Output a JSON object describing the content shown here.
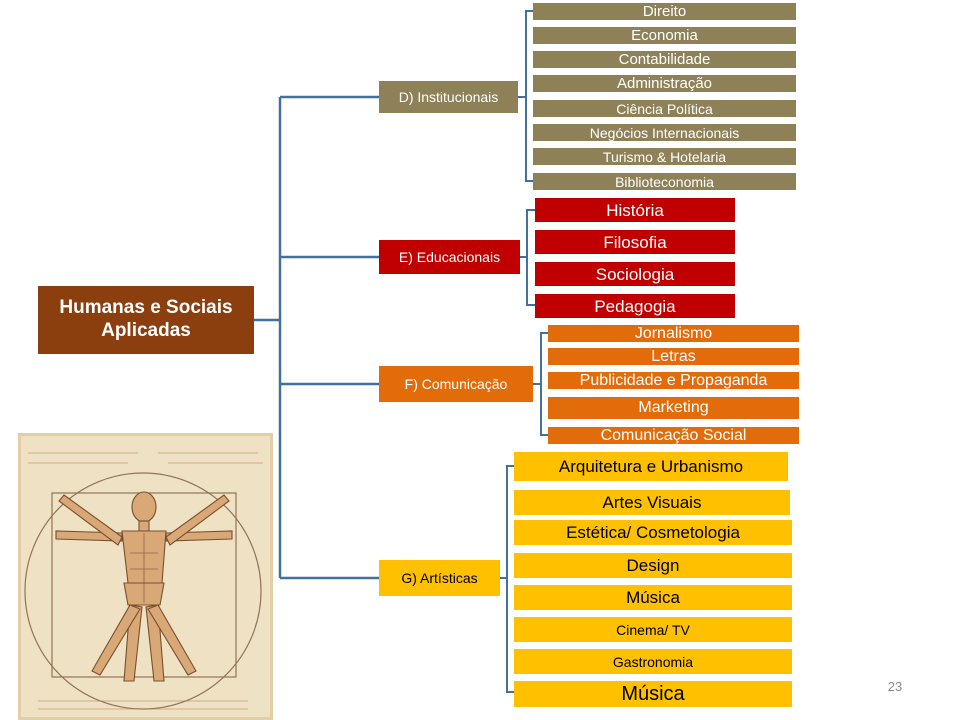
{
  "root": {
    "label": "Humanas e Sociais Aplicadas"
  },
  "categories": [
    {
      "label": "D) Institucionais",
      "color": "#8e8158",
      "items": [
        "Direito",
        "Economia",
        "Contabilidade",
        "Administração",
        "Ciência Política",
        "Negócios Internacionais",
        "Turismo & Hotelaria",
        "Biblioteconomia"
      ]
    },
    {
      "label": "E) Educacionais",
      "color": "#c00000",
      "items": [
        "História",
        "Filosofia",
        "Sociologia",
        "Pedagogia"
      ]
    },
    {
      "label": "F) Comunicação",
      "color": "#e36c0a",
      "items": [
        "Jornalismo",
        "Letras",
        "Publicidade e Propaganda",
        "Marketing",
        "Comunicação Social"
      ]
    },
    {
      "label": "G) Artísticas",
      "color": "#ffc000",
      "items": [
        "Arquitetura e Urbanismo",
        "Artes Visuais",
        "Estética/ Cosmetologia",
        "Design",
        "Música",
        "Cinema/ TV",
        "Gastronomia",
        "Música"
      ]
    }
  ],
  "connector_color": "#41719c",
  "root_color": "#8b3f0e",
  "illustration": "vitruvian-man-drawing",
  "page_number": "23"
}
